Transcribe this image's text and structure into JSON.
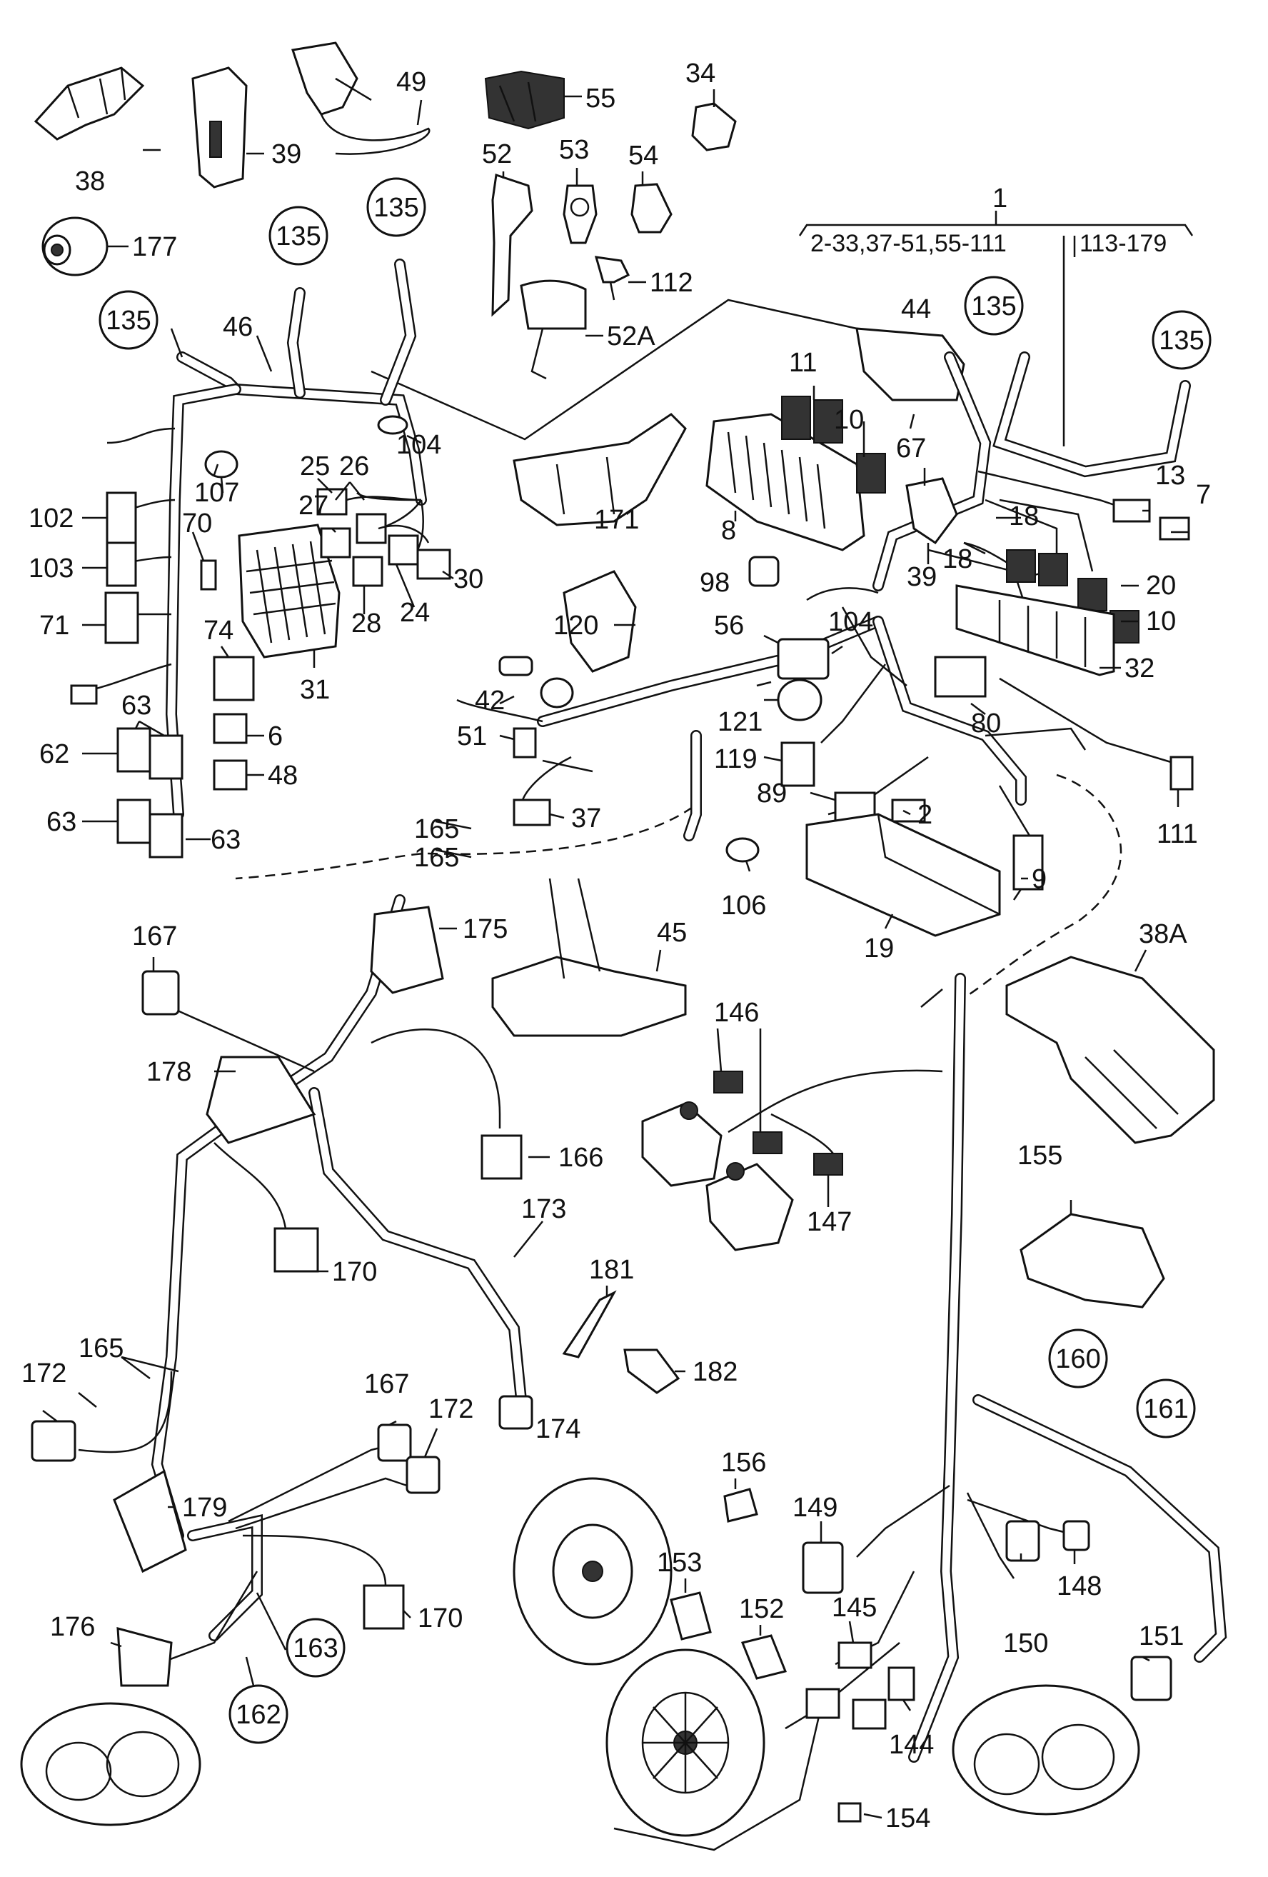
{
  "callouts": {
    "c1": "1",
    "c2": "2",
    "c6": "6",
    "c7": "7",
    "c8": "8",
    "c9": "9",
    "c10a": "10",
    "c10b": "10",
    "c11": "11",
    "c13": "13",
    "c18a": "18",
    "c18b": "18",
    "c19": "19",
    "c20": "20",
    "c24": "24",
    "c25": "25",
    "c26": "26",
    "c27": "27",
    "c28": "28",
    "c30": "30",
    "c31": "31",
    "c32": "32",
    "c34": "34",
    "c37": "37",
    "c38": "38",
    "c38a": "38A",
    "c39a": "39",
    "c39b": "39",
    "c42": "42",
    "c44": "44",
    "c45": "45",
    "c46": "46",
    "c48": "48",
    "c49": "49",
    "c51": "51",
    "c52": "52",
    "c52a": "52A",
    "c53": "53",
    "c54": "54",
    "c55": "55",
    "c56": "56",
    "c62": "62",
    "c63a": "63",
    "c63b": "63",
    "c63c": "63",
    "c67": "67",
    "c70": "70",
    "c71": "71",
    "c74": "74",
    "c80": "80",
    "c89": "89",
    "c98": "98",
    "c102": "102",
    "c103": "103",
    "c104a": "104",
    "c104b": "104",
    "c106": "106",
    "c107": "107",
    "c111": "111",
    "c112": "112",
    "c119": "119",
    "c120": "120",
    "c121": "121",
    "c144": "144",
    "c145": "145",
    "c146": "146",
    "c147": "147",
    "c148": "148",
    "c149": "149",
    "c150": "150",
    "c151": "151",
    "c152": "152",
    "c153": "153",
    "c154": "154",
    "c155": "155",
    "c156": "156",
    "c165a": "165",
    "c165b": "165",
    "c165c": "165",
    "c166": "166",
    "c167a": "167",
    "c167b": "167",
    "c170a": "170",
    "c170b": "170",
    "c171": "171",
    "c172a": "172",
    "c172b": "172",
    "c173": "173",
    "c174": "174",
    "c175": "175",
    "c176": "176",
    "c177": "177",
    "c178": "178",
    "c179": "179",
    "c181": "181",
    "c182": "182"
  },
  "circled": {
    "k135a": "135",
    "k135b": "135",
    "k135c": "135",
    "k135d": "135",
    "k135e": "135",
    "k160": "160",
    "k161": "161",
    "k162": "162",
    "k163": "163"
  },
  "bracket": {
    "range_left": "2-33,37-51,55-111",
    "range_right": "113-179"
  }
}
